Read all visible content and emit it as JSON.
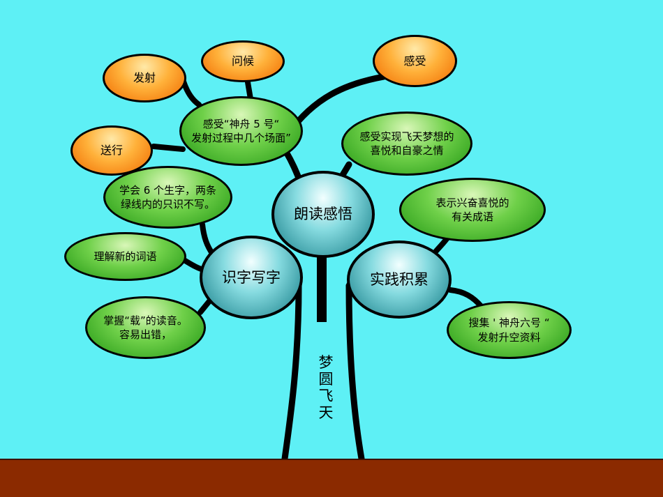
{
  "center": {
    "main": "朗读感悟",
    "left": "识字写字",
    "right": "实践积累"
  },
  "trunk_label": "梦圆飞天",
  "leaves": {
    "fashe": "发射",
    "wenhou": "问候",
    "ganshou": "感受",
    "songxing": "送行",
    "scene_1": "感受“神舟 5 号“",
    "scene_2": "发射过程中几个场面”",
    "dream_1": "感受实现飞天梦想的",
    "dream_2": "喜悦和自豪之情",
    "chars_1": "学会 6 个生字，两条",
    "chars_2": "绿线内的只识不写。",
    "idiom_1": "表示兴奋喜悦的",
    "idiom_2": "有关成语",
    "words": "理解新的词语",
    "zai_1": "掌握“载”的读音。",
    "zai_2": "容易出错，",
    "collect_1": "搜集 ' 神舟六号 “",
    "collect_2": "发射升空资料"
  },
  "colors": {
    "background": "#5ef0f5",
    "ground": "#8b2a00",
    "branch": "#000000"
  }
}
